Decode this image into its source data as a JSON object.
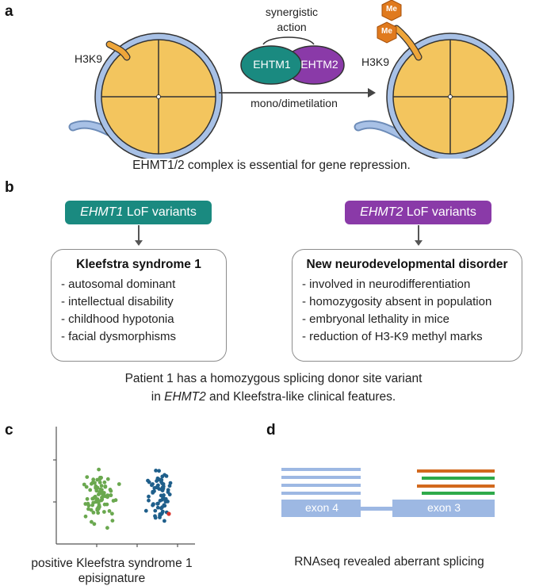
{
  "panels": {
    "a": {
      "letter": "a",
      "h3k9_left": "H3K9",
      "h3k9_right": "H3K9",
      "synergy_line1": "synergistic",
      "synergy_line2": "action",
      "ehmt1": "EHTM1",
      "ehmt2": "EHTM2",
      "reaction": "mono/dimetilation",
      "me_mark": "Me",
      "caption": "EHMT1/2 complex is essential for gene repression."
    },
    "b": {
      "letter": "b",
      "left_header_gene": "EHMT1",
      "left_header_rest": " LoF variants",
      "right_header_gene": "EHMT2",
      "right_header_rest": " LoF variants",
      "left_box": {
        "title": "Kleefstra syndrome 1",
        "items": [
          "autosomal dominant",
          "intellectual disability",
          "childhood hypotonia",
          "facial dysmorphisms"
        ]
      },
      "right_box": {
        "title": "New neurodevelopmental disorder",
        "items": [
          "involved in neurodifferentiation",
          "homozygosity absent in population",
          "embryonal lethality in mice",
          "reduction of H3-K9 methyl marks"
        ]
      },
      "patient_line1": "Patient 1 has a homozygous splicing donor site variant",
      "patient_line2_pre": "in ",
      "patient_line2_gene": "EHMT2",
      "patient_line2_post": " and Kleefstra-like clinical features."
    },
    "c": {
      "letter": "c",
      "caption_line1": "positive Kleefstra syndrome 1",
      "caption_line2": "episignature"
    },
    "d": {
      "letter": "d",
      "exon4": "exon 4",
      "exon3": "exon 3",
      "caption": "RNAseq revealed aberrant splicing"
    }
  },
  "colors": {
    "teal": "#1a8a80",
    "purple": "#8a3aa8",
    "nucleosome_fill": "#f3c55e",
    "nucleosome_ring": "#9bb8e0",
    "tail": "#efa63a",
    "me": "#e07a1e",
    "green_points": "#6aa84f",
    "blue_points": "#1f5f8b",
    "exon": "#9db8e3",
    "read_orange": "#d2691e",
    "read_green": "#2eaa4a"
  }
}
